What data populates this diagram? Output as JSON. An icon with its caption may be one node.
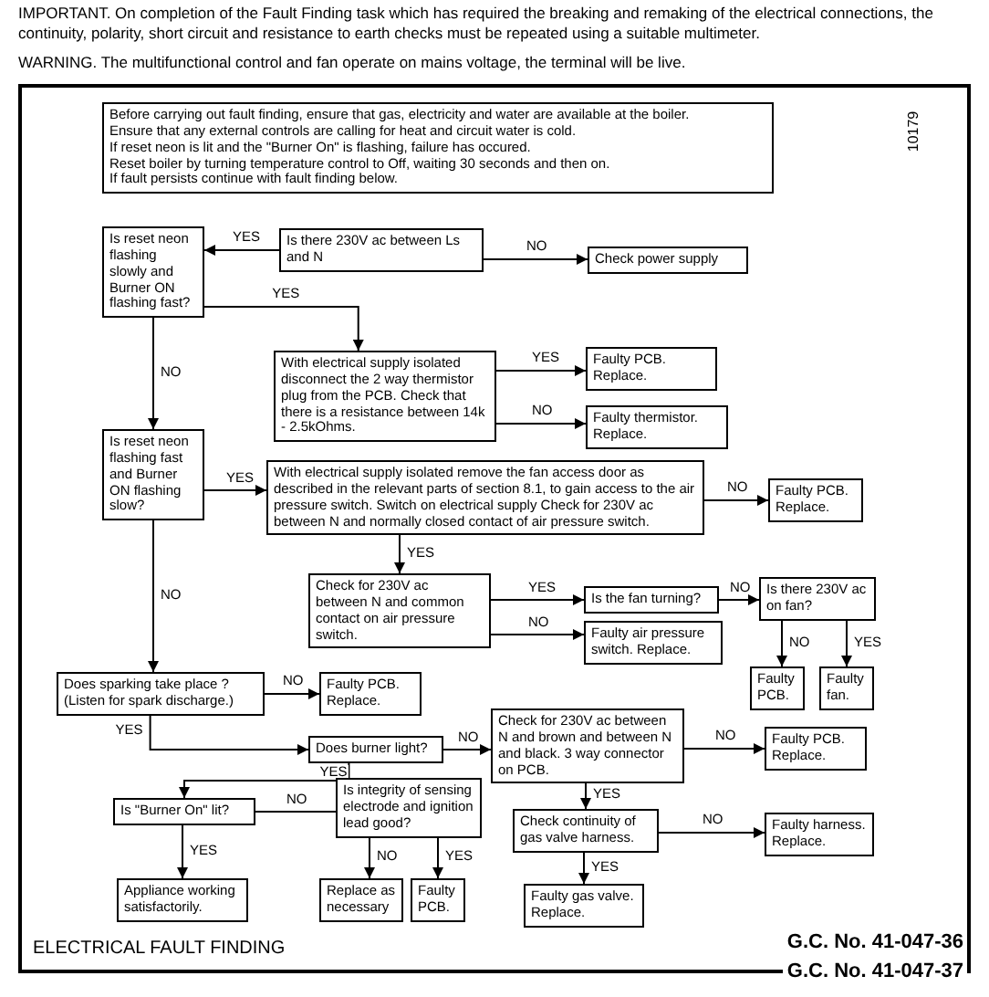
{
  "diagram": {
    "caption": "ELECTRICAL FAULT FINDING",
    "nodes": [
      {
        "text": [
          "Before carrying out fault finding, ensure that gas, electricity and water are available at the boiler.",
          "Ensure that any external controls are calling for heat and circuit water is cold.",
          "If reset neon is lit and the \"Burner On\" is flashing, failure has occured.",
          "Reset boiler by turning temperature control to Off, waiting 30 seconds and then on.",
          "If fault persists continue with fault finding below."
        ]
      },
      {
        "text": [
          "Is reset neon flashing slowly and Burner ON flashing fast?"
        ]
      },
      {
        "text": [
          "Is there 230V ac between Ls and N"
        ]
      },
      {
        "text": [
          "Check power supply"
        ]
      },
      {
        "text": [
          "With electrical supply isolated disconnect the 2 way thermistor plug from the PCB. Check that there is a resistance between 14k - 2.5kOhms."
        ]
      },
      {
        "text": [
          "Faulty PCB. Replace."
        ]
      },
      {
        "text": [
          "Faulty thermistor. Replace."
        ]
      },
      {
        "text": [
          "Is reset neon flashing fast and Burner ON flashing slow?"
        ]
      },
      {
        "text": [
          "With electrical supply isolated remove the fan access door as described in the relevant parts of section 8.1, to gain access to the air pressure switch. Switch on electrical supply Check for 230V ac between N and normally closed contact of air pressure switch."
        ]
      },
      {
        "text": [
          "Faulty PCB. Replace."
        ]
      },
      {
        "text": [
          "Check for 230V ac between N and common contact on air pressure switch."
        ]
      },
      {
        "text": [
          "Is the fan turning?"
        ]
      },
      {
        "text": [
          "Is there 230V ac on fan?"
        ]
      },
      {
        "text": [
          "Faulty air pressure switch. Replace."
        ]
      },
      {
        "text": [
          "Faulty PCB."
        ]
      },
      {
        "text": [
          "Faulty fan."
        ]
      },
      {
        "text": [
          "Does sparking take place ? (Listen for spark discharge.)"
        ]
      },
      {
        "text": [
          "Faulty PCB. Replace."
        ]
      },
      {
        "text": [
          "Does burner light?"
        ]
      },
      {
        "text": [
          "Check for 230V ac between N and brown and between N and black. 3 way connector on PCB."
        ]
      },
      {
        "text": [
          "Faulty PCB. Replace."
        ]
      },
      {
        "text": [
          "Is \"Burner On\" lit?"
        ]
      },
      {
        "text": [
          "Is integrity of sensing electrode and ignition lead good?"
        ]
      },
      {
        "text": [
          "Check continuity of gas valve harness."
        ]
      },
      {
        "text": [
          "Faulty harness. Replace."
        ]
      },
      {
        "text": [
          "Appliance working satisfactorily."
        ]
      },
      {
        "text": [
          "Replace as necessary"
        ]
      },
      {
        "text": [
          "Faulty PCB."
        ]
      },
      {
        "text": [
          "Faulty gas valve. Replace."
        ]
      }
    ],
    "edges": [
      {
        "from": 2,
        "to": 1,
        "arrow": "to",
        "label": "YES"
      },
      {
        "from": 2,
        "to": 3,
        "arrow": "to",
        "label": "NO"
      },
      {
        "from": 1,
        "to": 4,
        "arrow": "to",
        "label": "YES"
      },
      {
        "from": 1,
        "to": 7,
        "arrow": "to",
        "label": "NO"
      },
      {
        "from": 4,
        "to": 5,
        "arrow": "to",
        "label": "YES"
      },
      {
        "from": 4,
        "to": 6,
        "arrow": "to",
        "label": "NO"
      },
      {
        "from": 7,
        "to": 8,
        "arrow": "to",
        "label": "YES"
      },
      {
        "from": 8,
        "to": 9,
        "arrow": "to",
        "label": "NO"
      },
      {
        "from": 8,
        "to": 10,
        "arrow": "to",
        "label": "YES"
      },
      {
        "from": 10,
        "to": 11,
        "arrow": "to",
        "label": "YES"
      },
      {
        "from": 10,
        "to": 13,
        "arrow": "to",
        "label": "NO"
      },
      {
        "from": 11,
        "to": 12,
        "arrow": "to",
        "label": "NO"
      },
      {
        "from": 12,
        "to": 14,
        "arrow": "to",
        "label": "NO"
      },
      {
        "from": 12,
        "to": 15,
        "arrow": "to",
        "label": "YES"
      },
      {
        "from": 7,
        "to": 16,
        "arrow": "to",
        "label": "NO"
      },
      {
        "from": 16,
        "to": 17,
        "arrow": "to",
        "label": "NO"
      },
      {
        "from": 16,
        "to": 18,
        "arrow": "to",
        "label": "YES"
      },
      {
        "from": 18,
        "to": 19,
        "arrow": "to",
        "label": "NO"
      },
      {
        "from": 18,
        "to": 21,
        "arrow": "to",
        "label": "YES"
      },
      {
        "from": 21,
        "to": 22,
        "arrow": "none",
        "label": "NO"
      },
      {
        "from": 21,
        "to": 25,
        "arrow": "to",
        "label": "YES"
      },
      {
        "from": 22,
        "to": 26,
        "arrow": "to",
        "label": "NO"
      },
      {
        "from": 22,
        "to": 27,
        "arrow": "to",
        "label": "YES"
      },
      {
        "from": 19,
        "to": 20,
        "arrow": "to",
        "label": "NO"
      },
      {
        "from": 19,
        "to": 23,
        "arrow": "to",
        "label": "YES"
      },
      {
        "from": 23,
        "to": 24,
        "arrow": "to",
        "label": "NO"
      },
      {
        "from": 23,
        "to": 28,
        "arrow": "to",
        "label": "YES"
      }
    ],
    "labels": [
      "IMPORTANT. On completion of the Fault Finding task which has required the breaking and remaking of the electrical connections, the continuity, polarity, short circuit and resistance to earth checks must be repeated using a suitable multimeter.",
      "WARNING. The multifunctional control and fan operate on mains voltage, the terminal will be live.",
      "10179",
      "G.C. No. 41-047-36",
      "G.C. No. 41-047-37"
    ]
  }
}
